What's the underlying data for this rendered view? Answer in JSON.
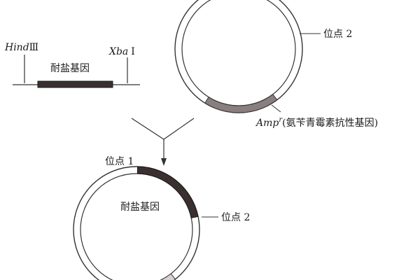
{
  "diagram": {
    "fragment": {
      "left_enzyme_italic": "Hind",
      "left_enzyme_roman": "Ⅲ",
      "right_enzyme_italic": "Xba",
      "right_enzyme_roman": "Ⅰ",
      "gene_label": "耐盐基因"
    },
    "plasmid": {
      "site2_label": "位点 2",
      "amp_label_italic": "Amp",
      "amp_superscript": "r",
      "amp_label_desc": "(氨苄青霉素抗性基因)"
    },
    "recombinant": {
      "site1_label": "位点 1",
      "gene_label": "耐盐基因",
      "site2_label": "位点 2"
    }
  },
  "colors": {
    "gene_fill": "#3b3030",
    "amp_fill": "#8a7f80",
    "ring_stroke": "#333333",
    "light_fill": "#d8d0d3"
  }
}
